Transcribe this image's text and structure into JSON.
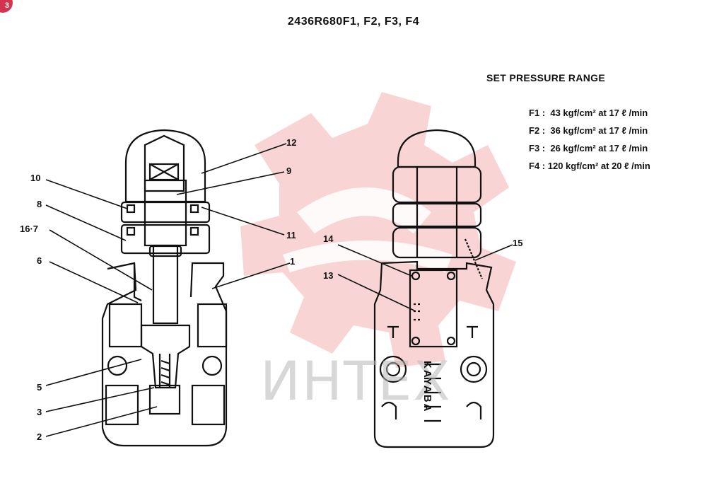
{
  "badge": "3",
  "title": "2436R680F1, F2, F3, F4",
  "range": {
    "heading": "SET PRESSURE RANGE",
    "items": [
      {
        "label": "F1 :",
        "value": "43 kgf/cm² at 17 ℓ /min"
      },
      {
        "label": "F2 :",
        "value": "36 kgf/cm² at 17 ℓ /min"
      },
      {
        "label": "F3 :",
        "value": "26 kgf/cm² at 17 ℓ /min"
      },
      {
        "label": "F4 :",
        "value": "120 kgf/cm² at 20 ℓ /min"
      }
    ]
  },
  "parts": [
    "12",
    "10",
    "9",
    "8",
    "11",
    "16·7",
    "1",
    "6",
    "5",
    "3",
    "2",
    "14",
    "15",
    "13"
  ],
  "watermark": "ИНТЕХ",
  "colors": {
    "line": "#111111",
    "watermark_red": "#f2a0a0",
    "watermark_grey": "#b8b8b8",
    "badge": "#d6334f"
  }
}
